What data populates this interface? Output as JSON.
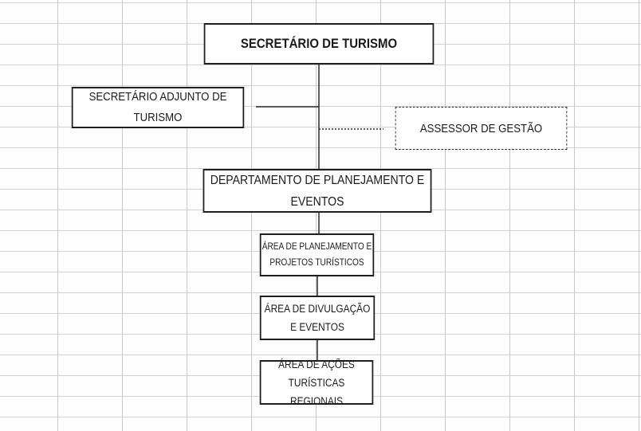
{
  "org_chart": {
    "secretario": "SECRETÁRIO DE TURISMO",
    "adjunto_line1": "SECRETÁRIO ADJUNTO DE",
    "adjunto_line2": "TURISMO",
    "assessor": "ASSESSOR DE GESTÃO",
    "departamento_line1": "DEPARTAMENTO DE PLANEJAMENTO E",
    "departamento_line2": "EVENTOS",
    "area1_line1": "ÁREA DE PLANEJAMENTO E",
    "area1_line2": "PROJETOS TURÍSTICOS",
    "area2_line1": "ÁREA DE DIVULGAÇÃO",
    "area2_line2": "E EVENTOS",
    "area3_line1": "ÁREA DE AÇÕES",
    "area3_line2": "TURÍSTICAS REGIONAIS"
  },
  "colors": {
    "line": "#2a2a2a",
    "grid": "#c8c8c8",
    "background": "#fdfdfd"
  }
}
